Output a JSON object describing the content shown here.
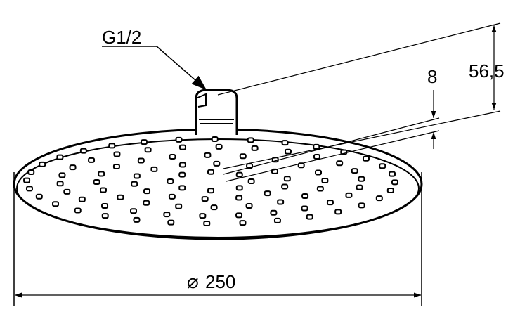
{
  "labels": {
    "thread": "G1/2",
    "height_dim": "56,5",
    "face_dim": "8",
    "diameter_symbol": "⌀",
    "diameter_value": "250"
  },
  "colors": {
    "line": "#000000",
    "background": "#ffffff"
  }
}
